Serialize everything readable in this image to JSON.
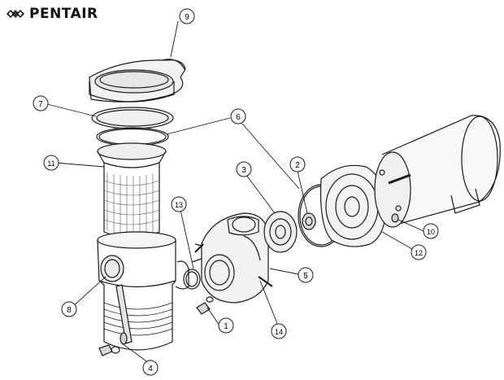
{
  "brand": {
    "name": "PENTAIR",
    "logo_icon": "pentair-diamond-logo-icon",
    "color": "#111111"
  },
  "callouts": [
    {
      "id": "part-1",
      "label": "1"
    },
    {
      "id": "part-2",
      "label": "2"
    },
    {
      "id": "part-3",
      "label": "3"
    },
    {
      "id": "part-4",
      "label": "4"
    },
    {
      "id": "part-5",
      "label": "5"
    },
    {
      "id": "part-6",
      "label": "6"
    },
    {
      "id": "part-7",
      "label": "7"
    },
    {
      "id": "part-8",
      "label": "8"
    },
    {
      "id": "part-9",
      "label": "9"
    },
    {
      "id": "part-10",
      "label": "10"
    },
    {
      "id": "part-11",
      "label": "11"
    },
    {
      "id": "part-12",
      "label": "12"
    },
    {
      "id": "part-13",
      "label": "13"
    },
    {
      "id": "part-14",
      "label": "14"
    }
  ],
  "line_color": "#1a1a1a"
}
